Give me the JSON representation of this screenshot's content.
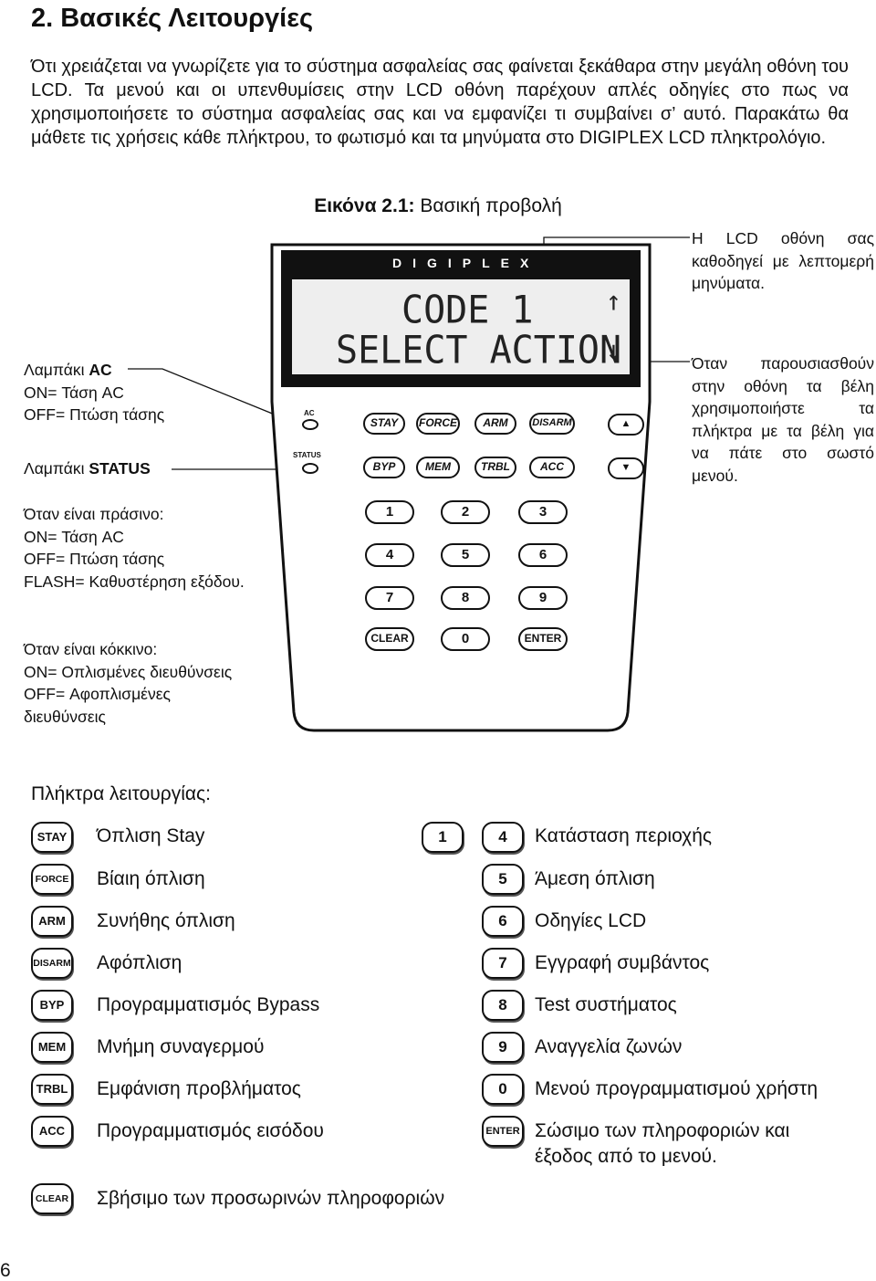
{
  "heading": "2. Βασικές Λειτουργίες",
  "intro": "Ότι χρειάζεται να γνωρίζετε για το σύστημα ασφαλείας σας φαίνεται ξεκάθαρα στην μεγάλη οθόνη του LCD. Τα μενού και οι υπενθυμίσεις στην LCD οθόνη παρέχουν απλές οδηγίες στο πως να χρησιμοποιήσετε το σύστημα ασφαλείας σας και να εμφανίζει τι συμβαίνει σ’ αυτό. Παρακάτω θα μάθετε τις χρήσεις κάθε πλήκτρου, το φωτισμό και τα μηνύματα στο DIGIPLEX LCD πληκτρολόγιο.",
  "caption": {
    "bold": "Εικόνα 2.1:",
    "text": " Βασική προβολή"
  },
  "notes": {
    "lcd": "Η LCD οθόνη σας καθοδηγεί με λεπτομερή μηνύματα.",
    "arrows": "Όταν παρουσιασθούν στην οθόνη τα βέλη χρησιμοποιήστε τα πλήκτρα με τα βέλη για να πάτε στο σωστό μενού.",
    "ac_title_pre": "Λαμπάκι ",
    "ac_title_bold": "AC",
    "ac_on": "ON= Τάση AC",
    "ac_off": "OFF= Πτώση τάσης",
    "status_title_pre": "Λαμπάκι ",
    "status_title_bold": "STATUS",
    "green_title": "Όταν είναι πράσινο:",
    "green_on": "ON= Τάση AC",
    "green_off": "OFF= Πτώση τάσης",
    "green_flash": "FLASH= Καθυστέρηση εξόδου.",
    "red_title": "Όταν είναι κόκκινο:",
    "red_on": "ON= Οπλισμένες διευθύνσεις",
    "red_off": "OFF= Αφοπλισμένες διευθύνσεις"
  },
  "keypad": {
    "brand": "DIGIPLEX",
    "lcd_line1": "CODE 1",
    "lcd_line2": "SELECT ACTION",
    "arrow_up": "↑",
    "arrow_down": "↓",
    "led_ac": "AC",
    "led_status": "STATUS",
    "row1": [
      "STAY",
      "FORCE",
      "ARM",
      "DISARM"
    ],
    "row2": [
      "BYP",
      "MEM",
      "TRBL",
      "ACC"
    ],
    "scroll_up": "▲",
    "scroll_down": "▼",
    "numbers": [
      "1",
      "2",
      "3",
      "4",
      "5",
      "6",
      "7",
      "8",
      "9"
    ],
    "bottom": [
      "CLEAR",
      "0",
      "ENTER"
    ]
  },
  "legend": {
    "title": "Πλήκτρα λειτουργίας:",
    "left": [
      {
        "key": "STAY",
        "text": "Όπλιση Stay"
      },
      {
        "key": "FORCE",
        "text": "Βίαιη όπλιση"
      },
      {
        "key": "ARM",
        "text": "Συνήθης όπλιση"
      },
      {
        "key": "DISARM",
        "text": "Αφόπλιση"
      },
      {
        "key": "BYP",
        "text": "Προγραμματισμός Bypass"
      },
      {
        "key": "MEM",
        "text": "Μνήμη συναγερμού"
      },
      {
        "key": "TRBL",
        "text": "Εμφάνιση προβλήματος"
      },
      {
        "key": "ACC",
        "text": "Προγραμματισμός εισόδου"
      },
      {
        "key": "CLEAR",
        "text": "Σβήσιμο των προσωρινών πληροφοριών"
      }
    ],
    "mid_key": "1",
    "right": [
      {
        "key": "4",
        "text": "Κατάσταση περιοχής"
      },
      {
        "key": "5",
        "text": "Άμεση όπλιση"
      },
      {
        "key": "6",
        "text": "Οδηγίες LCD"
      },
      {
        "key": "7",
        "text": "Εγγραφή συμβάντος"
      },
      {
        "key": "8",
        "text": "Test συστήματος"
      },
      {
        "key": "9",
        "text": "Αναγγελία ζωνών"
      },
      {
        "key": "0",
        "text": "Μενού προγραμματισμού χρήστη"
      },
      {
        "key": "ENTER",
        "text": "Σώσιμο των πληροφοριών και έξοδος από το μενού."
      }
    ]
  },
  "page_number": "6"
}
